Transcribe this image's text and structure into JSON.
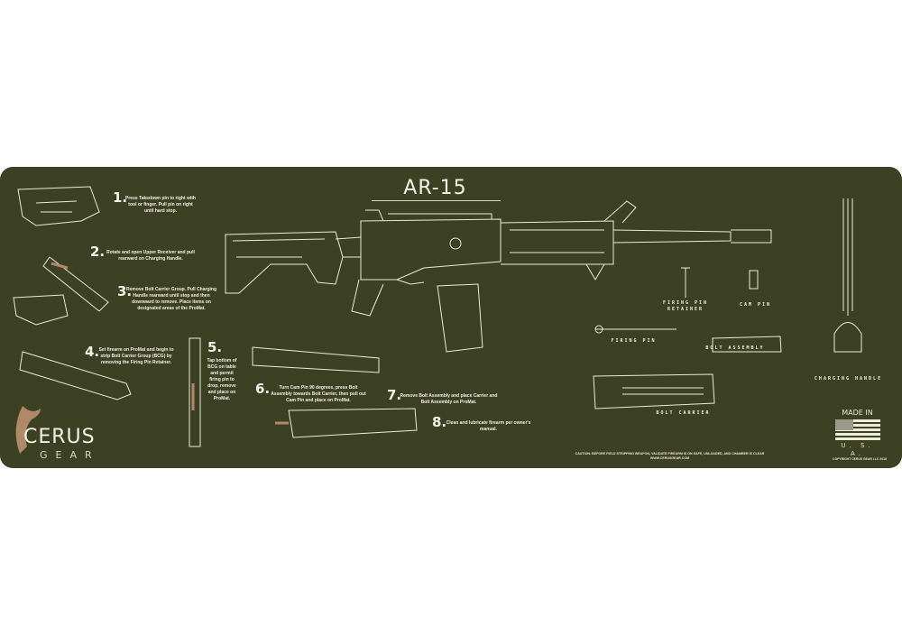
{
  "product": {
    "title": "AR-15",
    "brand": {
      "name": "CERUS",
      "sub": "GEAR"
    },
    "colors": {
      "mat": "#3d4123",
      "line_art": "#f1efe4",
      "accent_tan": "#b08a66",
      "page": "#ffffff"
    }
  },
  "steps": [
    {
      "num": "1.",
      "text": "Press Takedown pin to right with tool or finger. Pull pin on right until hard stop."
    },
    {
      "num": "2.",
      "text": "Rotate and open Upper Receiver and pull rearward on Charging Handle."
    },
    {
      "num": "3.",
      "text": "Remove Bolt Carrier Group. Pull Charging Handle rearward until stop and then downward to remove. Place items on designated areas of the ProMat."
    },
    {
      "num": "4.",
      "text": "Set firearm on ProMat and begin to strip Bolt Carrier Group (BCG) by removing the Firing Pin Retainer."
    },
    {
      "num": "5.",
      "text": "Tap bottom of BCG on table and permit firing pin to drop, remove and place on ProMat."
    },
    {
      "num": "6.",
      "text": "Turn Cam Pin 90 degrees, press Bolt Assembly towards Bolt Carrier, then pull out Cam Pin and place on ProMat."
    },
    {
      "num": "7.",
      "text": "Remove Bolt Assembly and place Carrier and Bolt Assembly on ProMat."
    },
    {
      "num": "8.",
      "text": "Clean and lubricate firearm per owner's manual."
    }
  ],
  "parts": {
    "firing_pin_retainer": "FIRING PIN RETAINER",
    "cam_pin": "CAM PIN",
    "firing_pin": "FIRING PIN",
    "bolt_assembly": "BOLT ASSEMBLY",
    "bolt_carrier": "BOLT CARRIER",
    "charging_handle": "CHARGING HANDLE"
  },
  "origin": {
    "made_in": "MADE IN",
    "country": "U. S. A."
  },
  "footer": {
    "caution": "CAUTION: BEFORE FIELD STRIPPING WEAPON, VALIDATE FIREARM IS ON SAFE, UNLOADED, AND CHAMBER IS CLEAR",
    "website": "WWW.CERUSGEAR.COM",
    "copyright": "COPYRIGHT CERUS GEAR LLC 2018"
  }
}
